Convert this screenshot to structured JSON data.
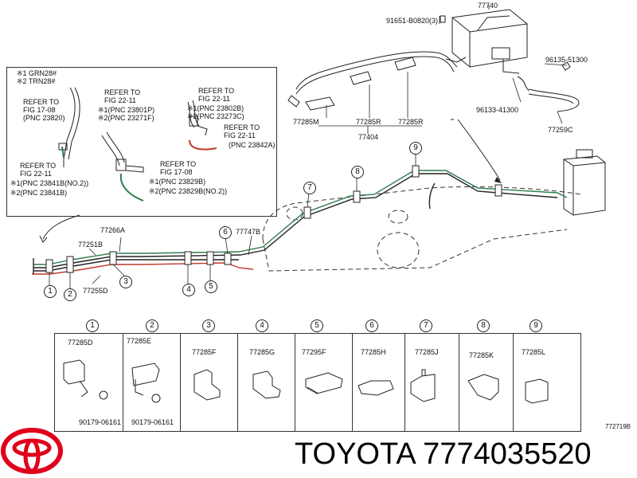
{
  "top_parts": {
    "bolt_code": "91651-B0820(3)",
    "canister_code": "77740",
    "clamp_right": "96135-51300",
    "clamp_left": "96133-41300",
    "hose_code": "77259C",
    "clip_m": "77285M",
    "clip_r1": "77285R",
    "clip_r2": "77285R",
    "assembly_code": "77404"
  },
  "inset": {
    "notes": [
      "※1 GRN28#",
      "※2 TRN28#"
    ],
    "refer_a": [
      "REFER TO",
      "FIG 17-08",
      "(PNC 23820)"
    ],
    "refer_b": [
      "REFER TO",
      "FIG 22-11",
      "※1(PNC 23801P)",
      "※2(PNC 23271F)"
    ],
    "refer_c": [
      "REFER TO",
      "FIG 22-11",
      "※1(PNC 23802B)",
      "※2(PNC 23273C)"
    ],
    "refer_d": [
      "REFER TO",
      "FIG 22-11",
      "(PNC 23842A)"
    ],
    "refer_e": [
      "REFER TO",
      "FIG 22-11",
      "※1(PNC 23841B(NO.2))",
      "※2(PNC 23841B)"
    ],
    "refer_f": [
      "REFER TO",
      "FIG 17-08",
      "※1(PNC 23829B)",
      "※2(PNC 23829B(NO.2))"
    ]
  },
  "main": {
    "label_77266A": "77266A",
    "label_77251B": "77251B",
    "label_77255D": "77255D",
    "label_77747B": "77747B",
    "callouts": [
      "1",
      "2",
      "3",
      "4",
      "5",
      "6",
      "7",
      "8",
      "9"
    ]
  },
  "parts_table": {
    "cells": [
      {
        "num": "1",
        "code": "77285D",
        "extra": "90179-06161"
      },
      {
        "num": "2",
        "code": "77285E",
        "extra": "90179-06161"
      },
      {
        "num": "3",
        "code": "77285F",
        "extra": ""
      },
      {
        "num": "4",
        "code": "77285G",
        "extra": ""
      },
      {
        "num": "5",
        "code": "77295F",
        "extra": ""
      },
      {
        "num": "6",
        "code": "77285H",
        "extra": ""
      },
      {
        "num": "7",
        "code": "77285J",
        "extra": ""
      },
      {
        "num": "8",
        "code": "77285K",
        "extra": ""
      },
      {
        "num": "9",
        "code": "77285L",
        "extra": ""
      }
    ]
  },
  "figure_ref": "772719B",
  "brand_text": "TOYOTA 7774035520",
  "colors": {
    "line_green": "#2e7d4f",
    "line_red": "#c0392b",
    "ink": "#222222",
    "logo_red": "#e0001b"
  }
}
